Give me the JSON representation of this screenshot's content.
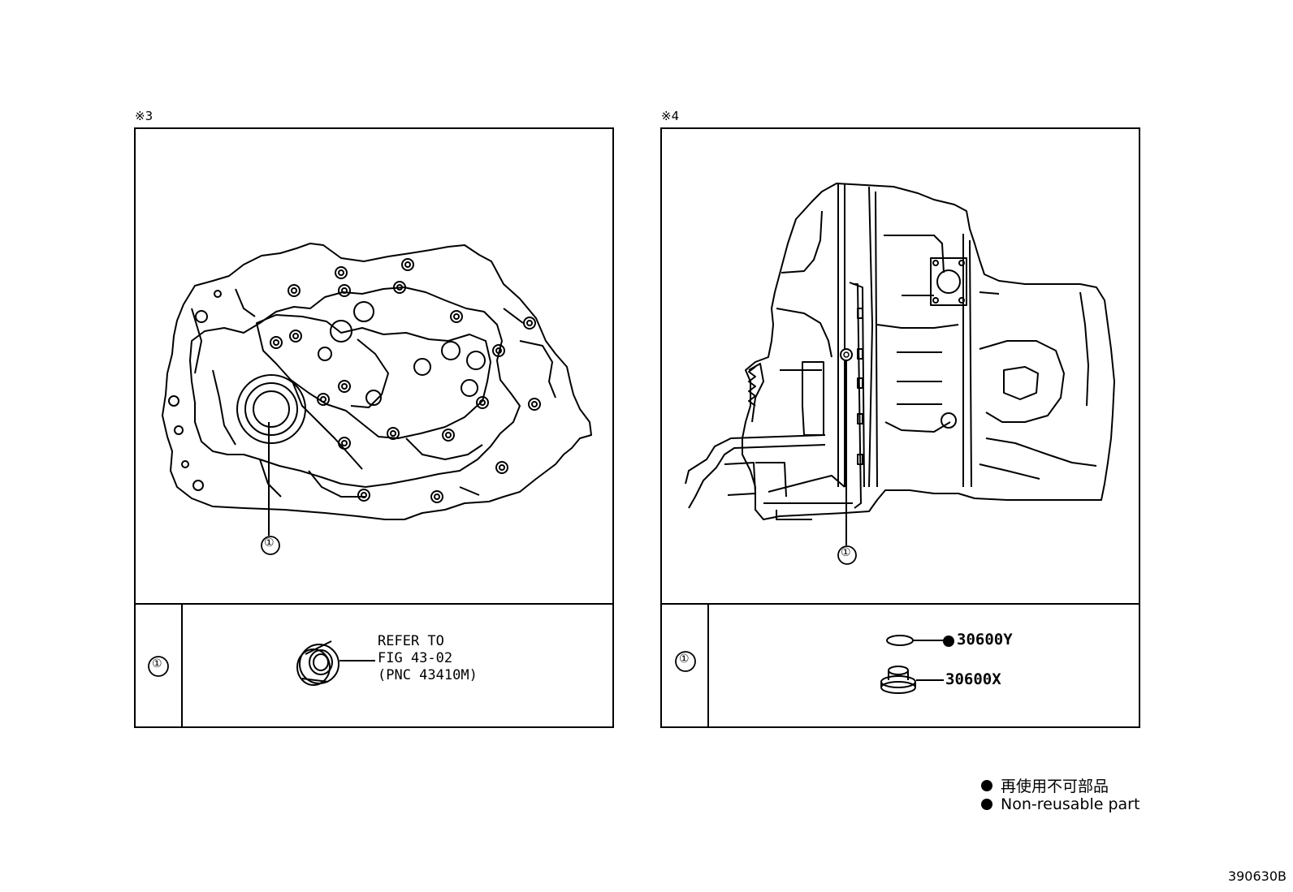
{
  "panel_left": {
    "marker": "※3",
    "callout": "①",
    "refer_lines": [
      "REFER TO",
      "FIG 43-02",
      "(PNC 43410M)"
    ]
  },
  "panel_right": {
    "marker": "※4",
    "callout": "①",
    "parts": [
      {
        "number": "30600Y",
        "non_reusable": true
      },
      {
        "number": "30600X",
        "non_reusable": false
      }
    ]
  },
  "legend": {
    "items": [
      "再使用不可部品",
      "Non-reusable part"
    ]
  },
  "figure_code": "390630B"
}
